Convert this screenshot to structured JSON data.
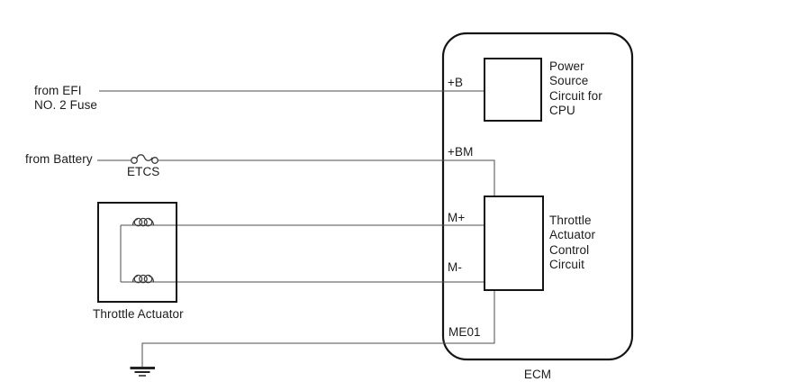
{
  "texts": {
    "from_efi": "from EFI\nNO. 2 Fuse",
    "from_battery": "from Battery",
    "etcs": "ETCS",
    "throttle_actuator": "Throttle Actuator",
    "ecm": "ECM"
  },
  "terminals": {
    "plus_b": "+B",
    "plus_bm": "+BM",
    "m_plus": "M+",
    "m_minus": "M-",
    "me01": "ME01"
  },
  "blocks": {
    "power_source": "Power\nSource\nCircuit for\nCPU",
    "throttle_control": "Throttle\nActuator\nControl\nCircuit"
  },
  "icons": {
    "fuse": "fuse-icon",
    "coil": "coil-icon",
    "ground": "ground-icon"
  },
  "style": {
    "background": "#ffffff",
    "wire_color": "#4e4e4e",
    "box_color": "#141414",
    "text_color": "#1c1c1c"
  }
}
